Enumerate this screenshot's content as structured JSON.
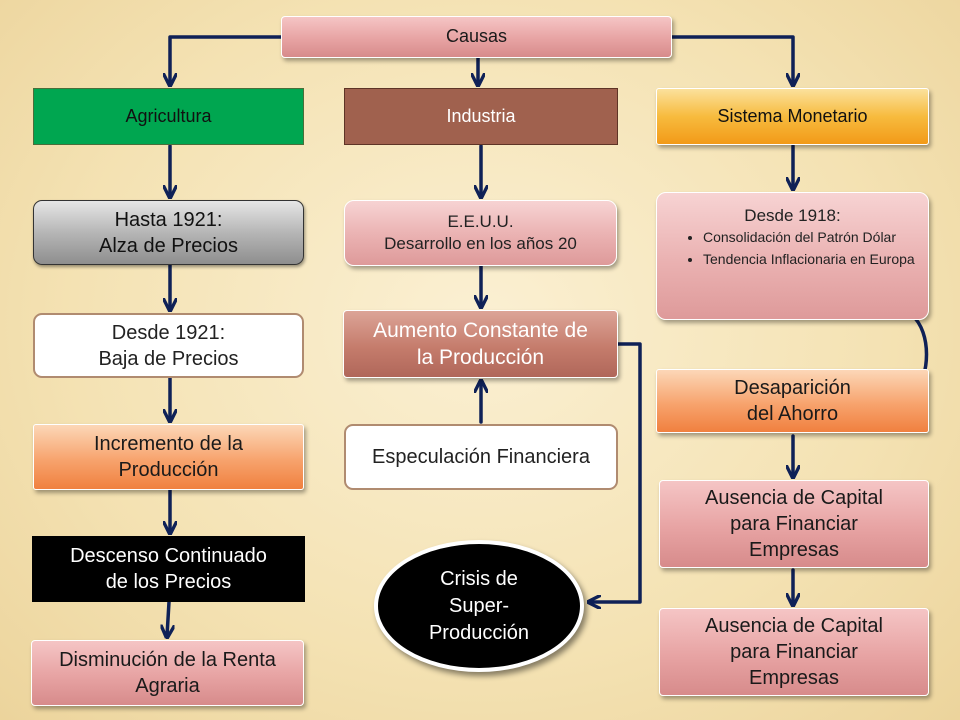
{
  "causas": "Causas",
  "columns": {
    "agricultura": "Agricultura",
    "industria": "Industria",
    "sistema_monetario": "Sistema Monetario"
  },
  "agricultura": {
    "hasta_1921": [
      "Hasta 1921:",
      "Alza de Precios"
    ],
    "desde_1921": [
      "Desde 1921:",
      "Baja de Precios"
    ],
    "incremento": [
      "Incremento de la",
      "Producción"
    ],
    "descenso": [
      "Descenso Continuado",
      "de los Precios"
    ],
    "disminucion": [
      "Disminución de la Renta",
      "Agraria"
    ]
  },
  "industria": {
    "eeuu": [
      "E.E.U.U.",
      "Desarrollo en los años 20"
    ],
    "aumento": [
      "Aumento Constante de",
      "la Producción"
    ],
    "especulacion": "Especulación Financiera",
    "crisis": [
      "Crisis de",
      "Super-",
      "Producción"
    ]
  },
  "monetario": {
    "desde_1918": {
      "title": "Desde 1918:",
      "bullets": [
        "Consolidación del Patrón Dólar",
        "Tendencia Inflacionaria en Europa"
      ]
    },
    "desaparicion": [
      "Desaparición",
      "del Ahorro"
    ],
    "ausencia_1": [
      "Ausencia de Capital",
      "para Financiar",
      "Empresas"
    ],
    "ausencia_2": [
      "Ausencia de Capital",
      "para Financiar",
      "Empresas"
    ]
  },
  "colors": {
    "arrow": "#0f2157",
    "background": "#f4e2b3",
    "agricultura_header": "#00a650",
    "industria_header": "#a0614e",
    "monetario_header": "#f7bb3e"
  }
}
